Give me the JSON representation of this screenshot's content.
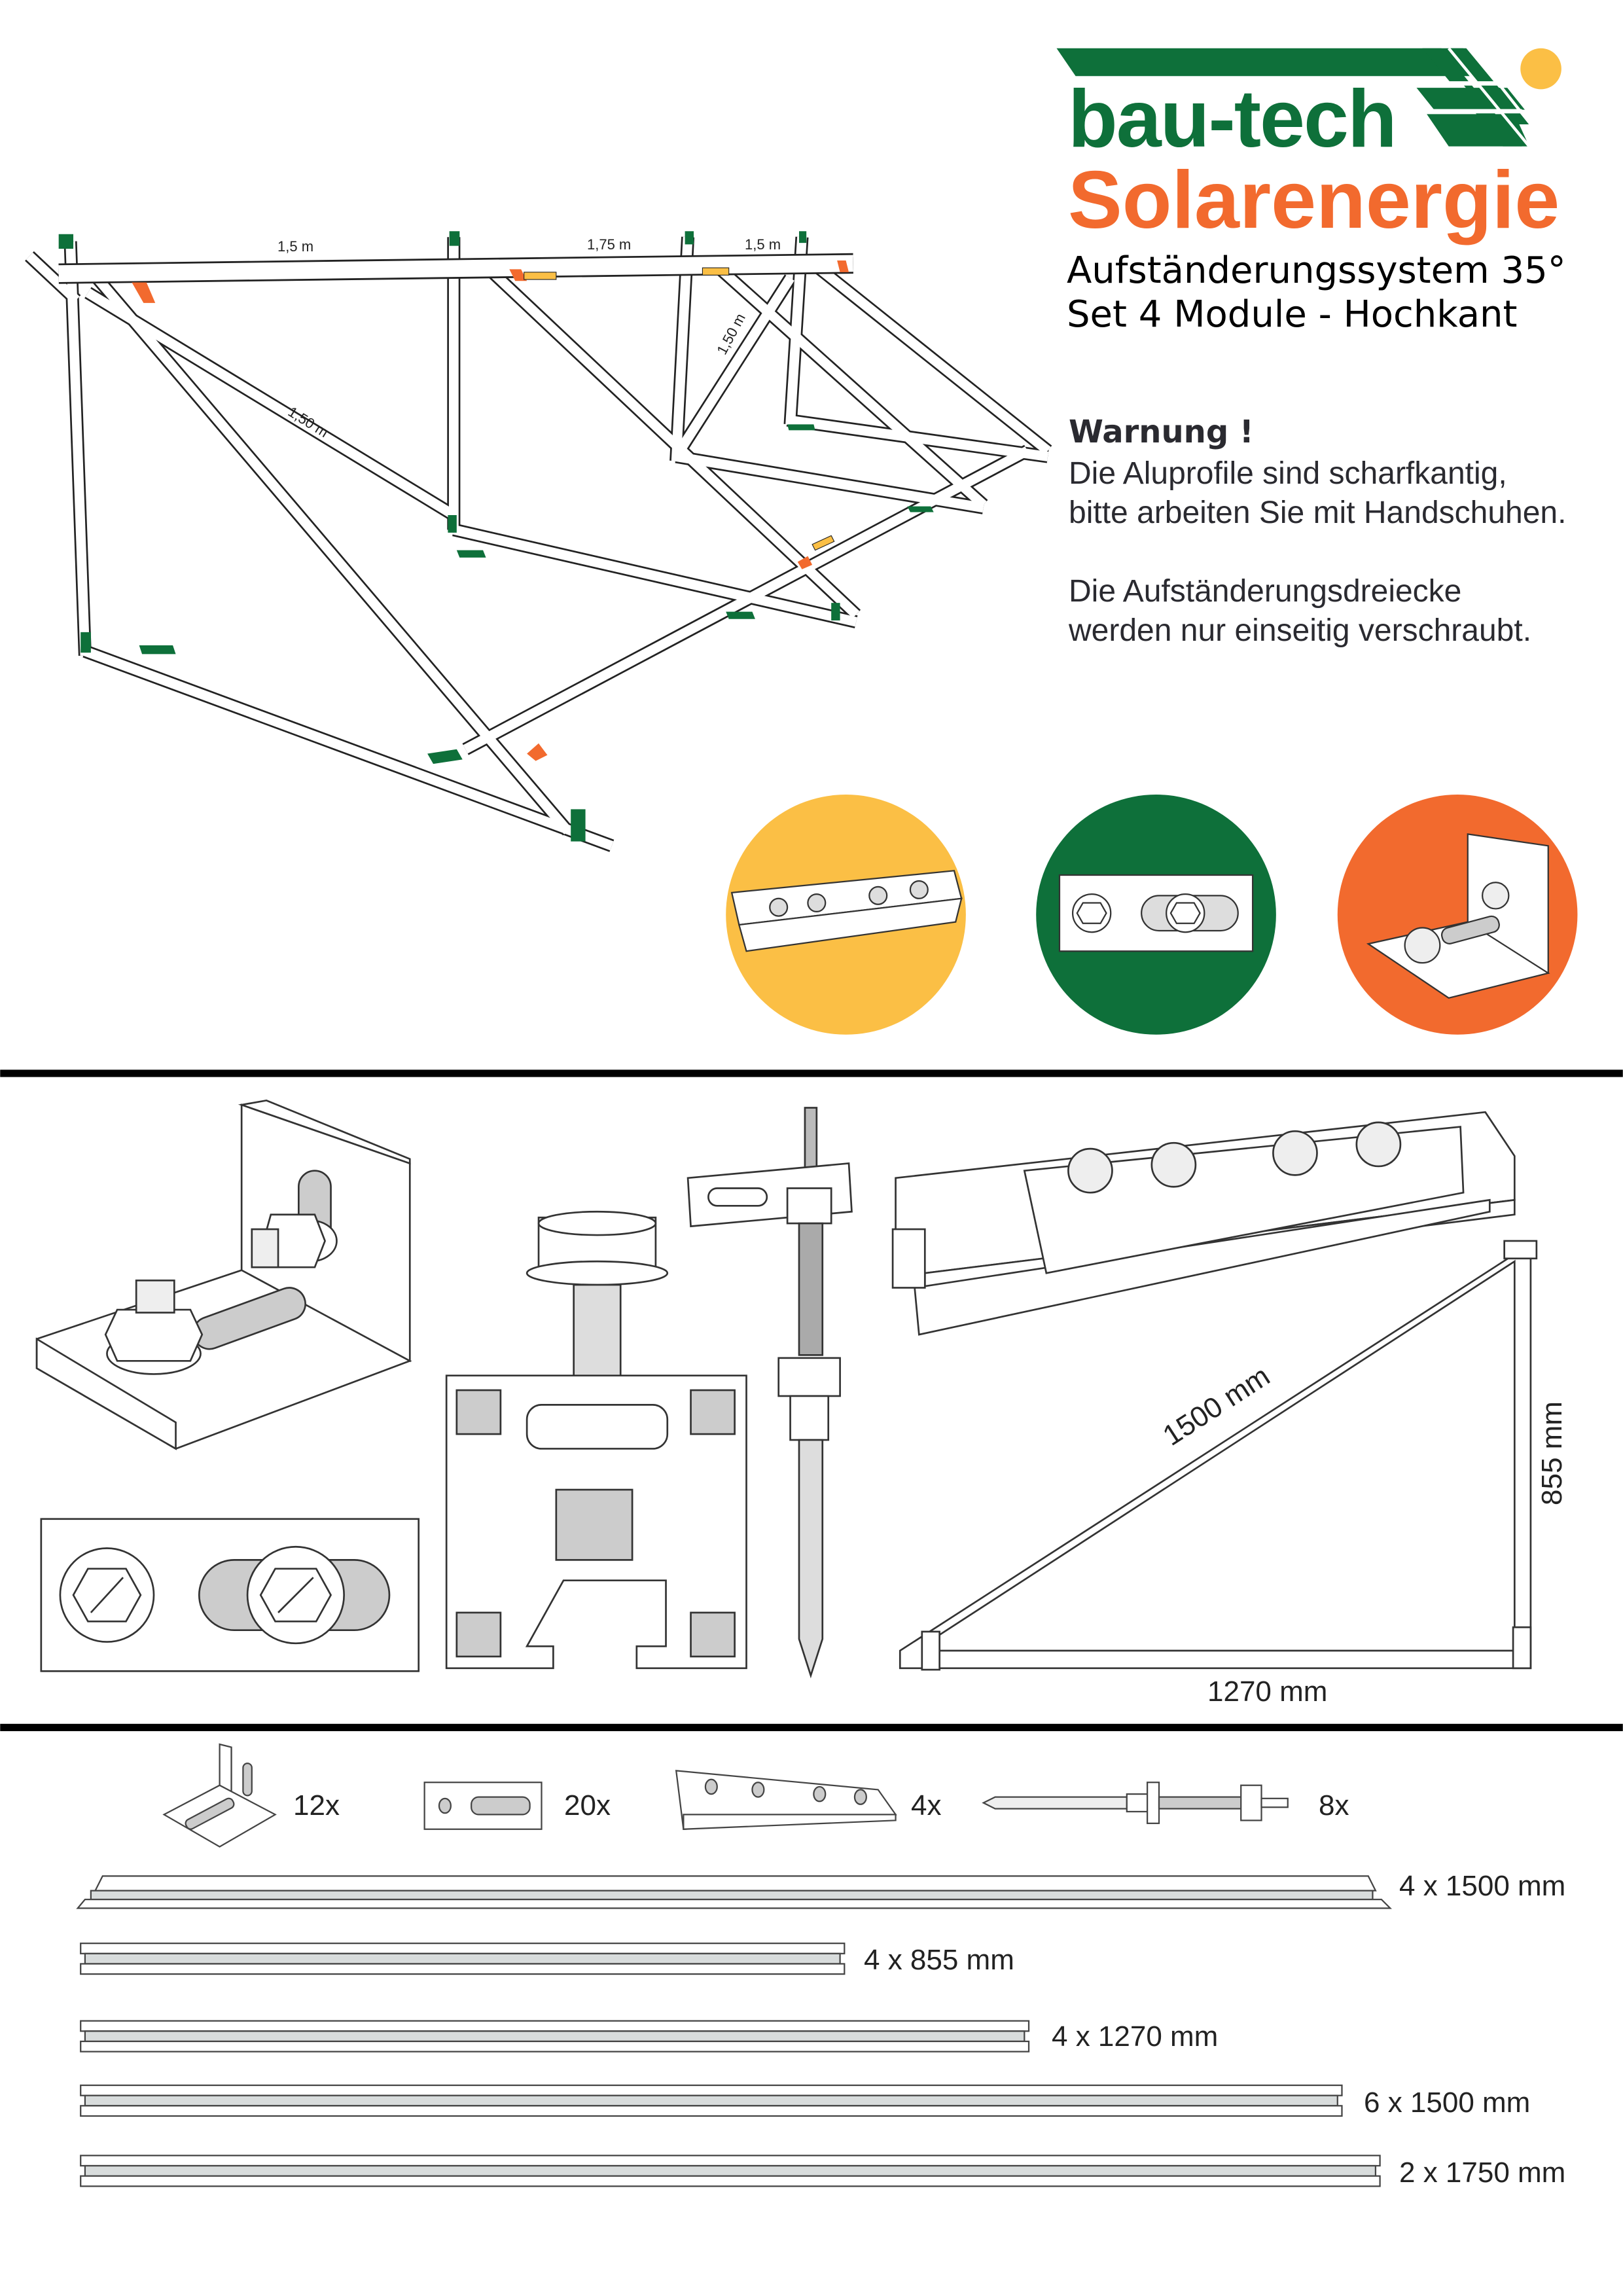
{
  "brand": {
    "name_top": "bau-tech",
    "name_bottom": "Solarenergie",
    "colors": {
      "green": "#0e703a",
      "orange": "#f26a2e",
      "yellow": "#fbbf45"
    }
  },
  "title": {
    "line1": "Aufständerungssystem 35°",
    "line2": "Set 4 Module - Hochkant"
  },
  "warning": {
    "heading": "Warnung !",
    "lines": [
      "Die Aluprofile sind scharfkantig,",
      "bitte arbeiten Sie mit Handschuhen.",
      "Die Aufständerungsdreiecke",
      "werden nur einseitig verschraubt."
    ]
  },
  "assembly_labels": {
    "span1": "1,5 m",
    "span2": "1,75 m",
    "span3": "1,5 m",
    "brace1": "1,50 m",
    "brace2": "1,50 m"
  },
  "triangle_dims": {
    "hypotenuse": "1500 mm",
    "height": "855 mm",
    "base": "1270 mm"
  },
  "parts": [
    {
      "name": "angle-bracket",
      "count": "12x"
    },
    {
      "name": "slot-plate",
      "count": "20x"
    },
    {
      "name": "connector-angle",
      "count": "4x"
    },
    {
      "name": "hanger-bolt",
      "count": "8x"
    }
  ],
  "profiles": [
    {
      "label": "4 x 1500 mm"
    },
    {
      "label": "4 x 855 mm"
    },
    {
      "label": "4 x 1270 mm"
    },
    {
      "label": "6 x 1500 mm"
    },
    {
      "label": "2 x 1750 mm"
    }
  ]
}
